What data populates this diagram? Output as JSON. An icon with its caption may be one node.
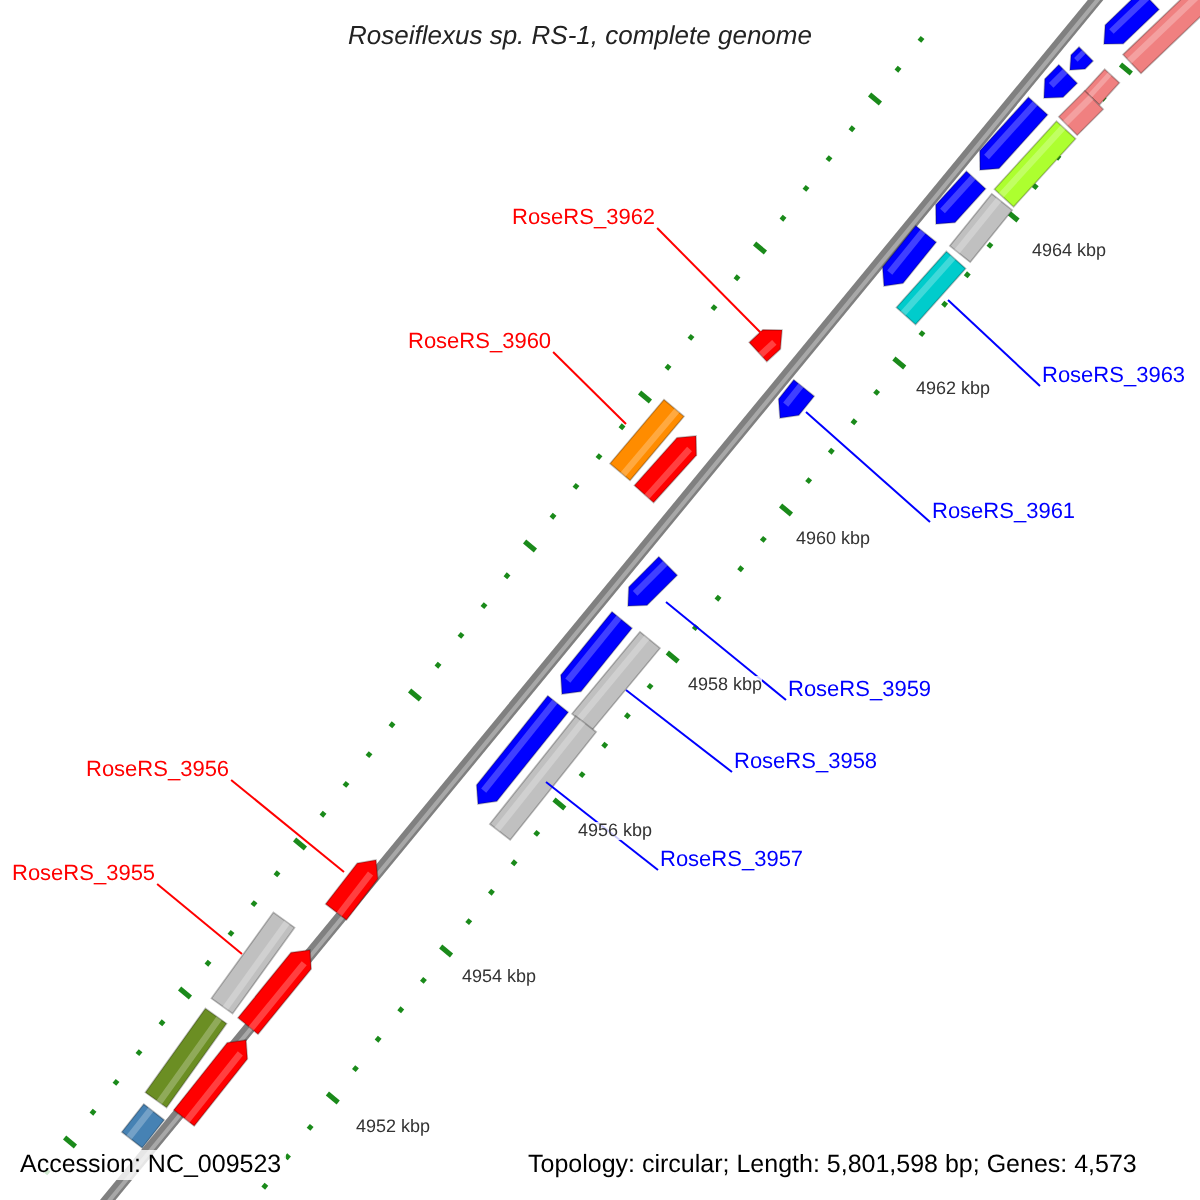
{
  "diagram": {
    "title": "Roseiflexus sp. RS-1, complete genome",
    "nodes": [
      {
        "text": [
          "RoseRS_3962"
        ]
      },
      {
        "text": [
          "RoseRS_3960"
        ]
      },
      {
        "text": [
          "RoseRS_3963"
        ]
      },
      {
        "text": [
          "RoseRS_3961"
        ]
      },
      {
        "text": [
          "RoseRS_3959"
        ]
      },
      {
        "text": [
          "RoseRS_3958"
        ]
      },
      {
        "text": [
          "RoseRS_3956"
        ]
      },
      {
        "text": [
          "RoseRS_3957"
        ]
      },
      {
        "text": [
          "RoseRS_3955"
        ]
      },
      {
        "text": [],
        "shape": "arrow"
      },
      {
        "text": [],
        "shape": "bar"
      },
      {
        "text": [],
        "shape": "bar"
      },
      {
        "text": [],
        "shape": "arrow"
      },
      {
        "text": [],
        "shape": "arrow"
      },
      {
        "text": [],
        "shape": "bar"
      },
      {
        "text": [],
        "shape": "arrow"
      },
      {
        "text": [],
        "shape": "bar"
      },
      {
        "text": [],
        "shape": "bar"
      },
      {
        "text": [],
        "shape": "bar"
      },
      {
        "text": [],
        "shape": "arrow"
      },
      {
        "text": [],
        "shape": "arrow"
      },
      {
        "text": [],
        "shape": "bar"
      },
      {
        "text": [],
        "shape": "arrow"
      },
      {
        "text": [],
        "shape": "bar"
      },
      {
        "text": [],
        "shape": "arrow"
      },
      {
        "text": [],
        "shape": "bar"
      },
      {
        "text": [],
        "shape": "arrow"
      },
      {
        "text": [],
        "shape": "bar"
      },
      {
        "text": [],
        "shape": "arrow"
      },
      {
        "text": [],
        "shape": "arrow"
      },
      {
        "text": [],
        "shape": "arrow"
      },
      {
        "text": [],
        "shape": "arrow"
      },
      {
        "text": [],
        "shape": "arrow"
      },
      {
        "text": [],
        "shape": "bar"
      },
      {
        "text": [],
        "shape": "arrow"
      },
      {
        "text": [],
        "shape": "bar"
      }
    ],
    "edges": [
      {
        "from": 0,
        "to": 9,
        "arrow": "none",
        "color": "#ff0000"
      },
      {
        "from": 1,
        "to": 10,
        "arrow": "none",
        "color": "#ff0000"
      },
      {
        "from": 2,
        "to": 11,
        "arrow": "none"
      },
      {
        "from": 3,
        "to": 12,
        "arrow": "none"
      },
      {
        "from": 4,
        "to": 13,
        "arrow": "none"
      },
      {
        "from": 5,
        "to": 14,
        "arrow": "none"
      },
      {
        "from": 6,
        "to": 15,
        "arrow": "none",
        "color": "#ff0000"
      },
      {
        "from": 7,
        "to": 16,
        "arrow": "none"
      },
      {
        "from": 8,
        "to": 17,
        "arrow": "none",
        "color": "#ff0000"
      }
    ],
    "labels": [
      "4964 kbp",
      "4962 kbp",
      "4960 kbp",
      "4958 kbp",
      "4956 kbp",
      "4954 kbp",
      "4952 kbp",
      "Accession: NC_009523",
      "Topology: circular; Length: 5,801,598 bp; Genes: 4,573"
    ]
  }
}
